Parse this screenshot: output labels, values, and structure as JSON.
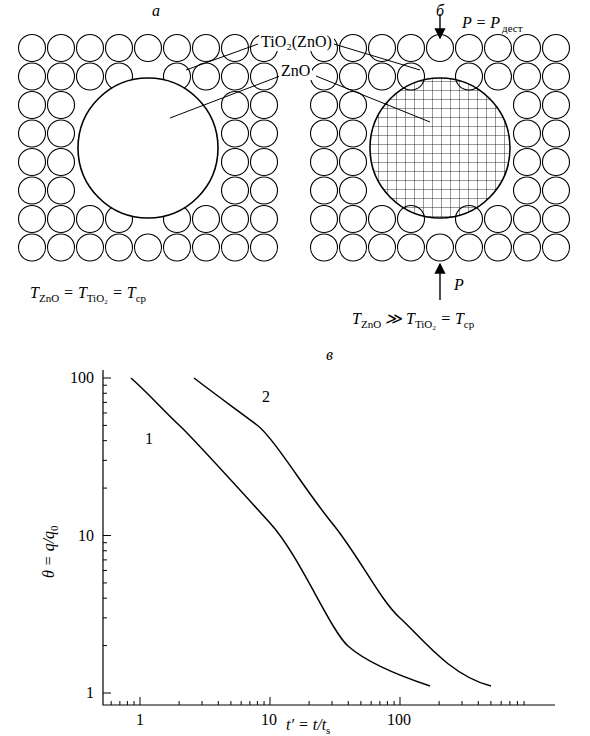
{
  "diagram": {
    "labels": [
      "а",
      "б",
      "TiO₂(ZnO)",
      "ZnO",
      "P = P",
      "дест",
      "P",
      "T",
      "ZnO",
      "= T",
      "TiO₂",
      "= T",
      "ср",
      "T",
      "ZnO",
      "≫ T",
      "TiO₂",
      "= T",
      "ср",
      "в",
      "θ = q/q",
      "0",
      "t′ = t/t",
      "s",
      "100",
      "10",
      "1",
      "1",
      "10",
      "100",
      "1",
      "2"
    ]
  }
}
